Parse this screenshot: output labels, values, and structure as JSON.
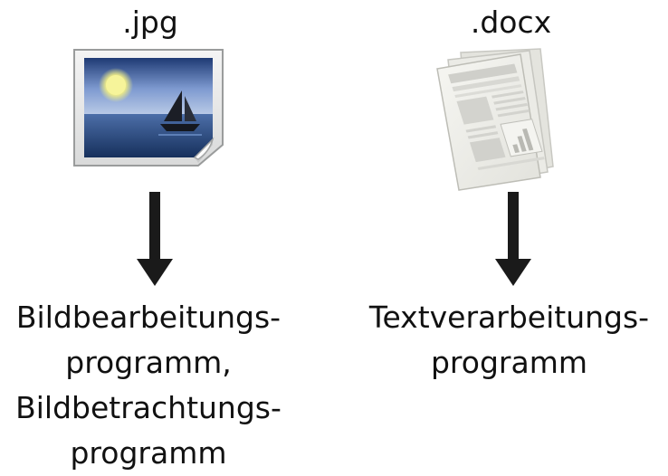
{
  "items": [
    {
      "extension": ".jpg",
      "icon": "image-file-icon",
      "program_lines": [
        "Bildbearbeitungs-",
        "programm,",
        "Bildbetrachtungs-",
        "programm"
      ]
    },
    {
      "extension": ".docx",
      "icon": "document-file-icon",
      "program_lines": [
        "Textverarbeitungs-",
        "programm"
      ]
    }
  ],
  "colors": {
    "text": "#111111",
    "arrow": "#1a1a1a",
    "image_frame": "#e9eaea",
    "image_sky": "#5577b8",
    "image_sea": "#1f3f70",
    "image_sun": "#f3f18a",
    "document_paper": "#eeeeea"
  }
}
